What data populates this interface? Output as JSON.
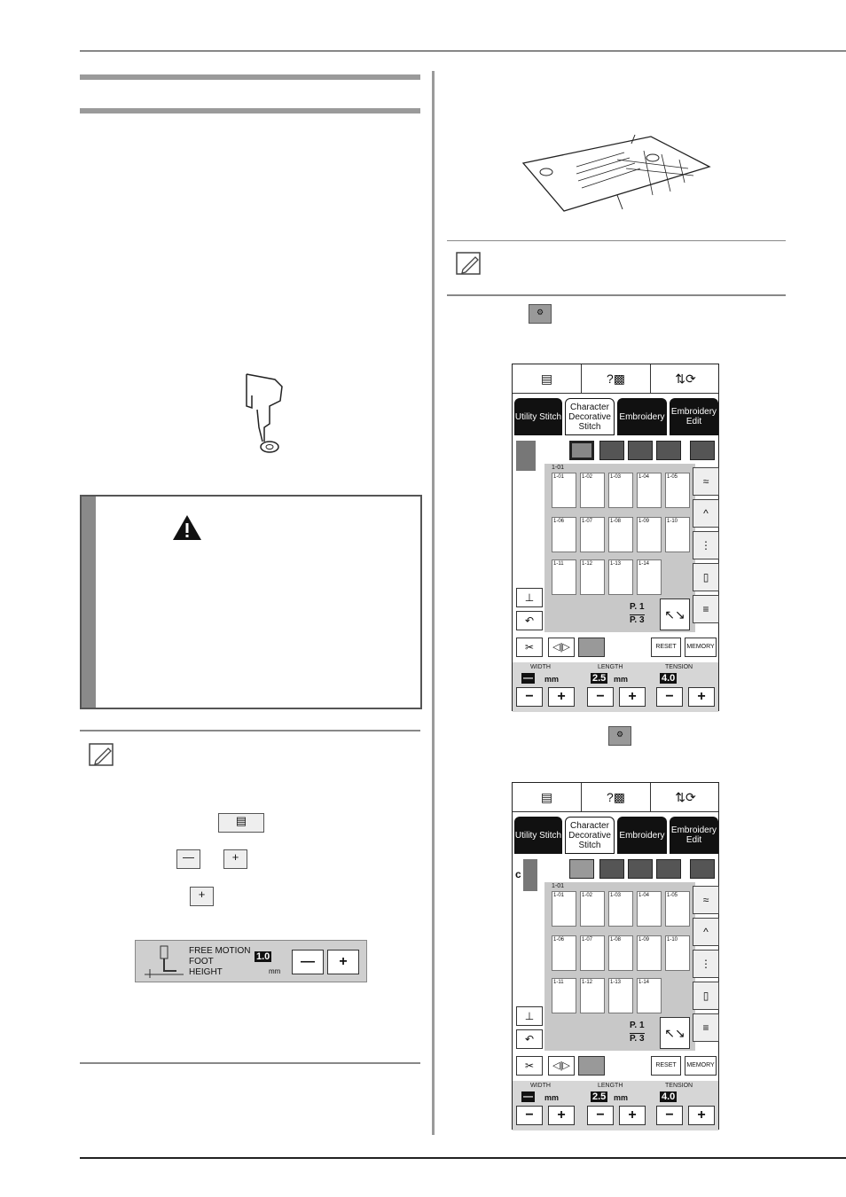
{
  "panel_top": {
    "buttons": [
      "page-icon",
      "help-icon",
      "thread-icon"
    ],
    "tabs": [
      {
        "label": "Utility Stitch",
        "selected": false
      },
      {
        "label": "Character Decorative Stitch",
        "selected": true
      },
      {
        "label": "Embroidery",
        "selected": false
      },
      {
        "label": "Embroidery Edit",
        "selected": false
      }
    ],
    "stitches": [
      "1-01",
      "1-02",
      "1-03",
      "1-04",
      "1-05",
      "1-06",
      "1-07",
      "1-08",
      "1-09",
      "1-10",
      "1-11",
      "1-12",
      "1-13",
      "1-14"
    ],
    "stitch_header": "1-01",
    "page": {
      "current": "P. 1",
      "total": "P. 3"
    },
    "reset_label": "RESET",
    "memory_label": "MEMORY",
    "width_label": "WIDTH",
    "length_label": "LENGTH",
    "tension_label": "TENSION",
    "length_value": "2.5",
    "tension_value": "4.0",
    "unit": "mm"
  },
  "free_motion": {
    "label_line1": "FREE MOTION",
    "label_line2": "FOOT",
    "label_line3": "HEIGHT",
    "value": "1.0",
    "unit": "mm"
  },
  "side_letter": "c"
}
